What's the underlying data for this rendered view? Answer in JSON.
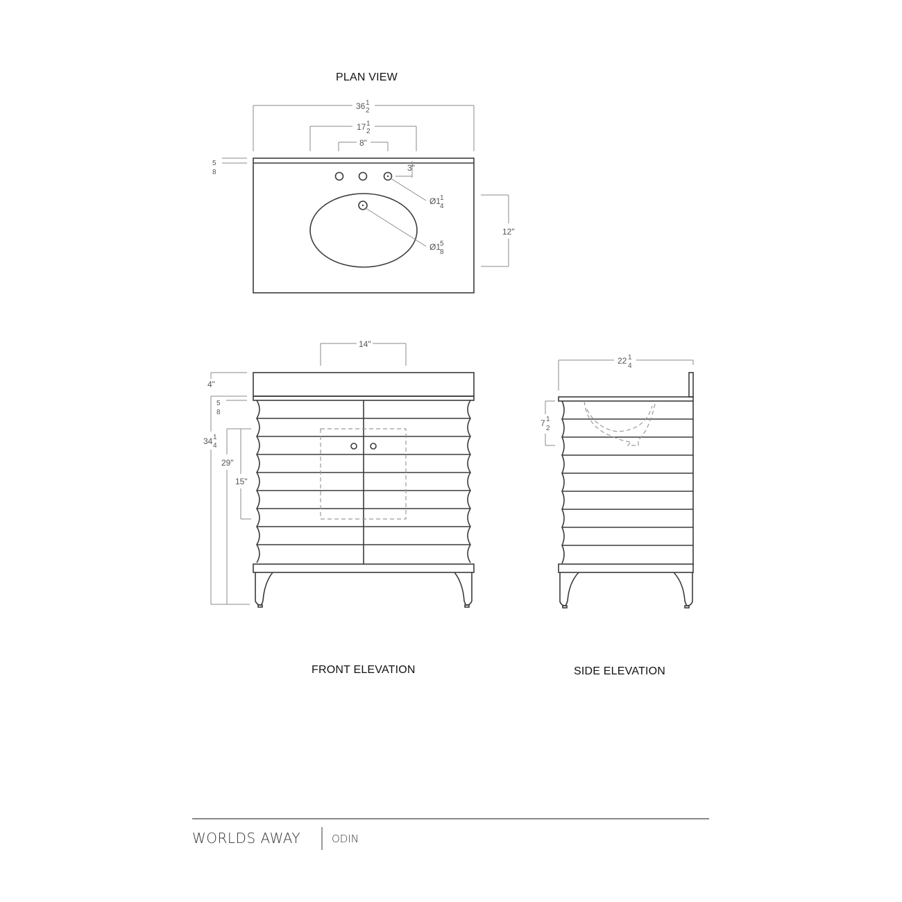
{
  "views": {
    "plan": {
      "title": "PLAN VIEW"
    },
    "front": {
      "title": "FRONT ELEVATION"
    },
    "side": {
      "title": "SIDE ELEVATION"
    }
  },
  "dimensions": {
    "plan": {
      "overall_width": "36½\"",
      "overall_width_whole": "36",
      "overall_width_frac": [
        "1",
        "2"
      ],
      "spread_outer": "17½\"",
      "spread_outer_whole": "17",
      "spread_outer_frac": [
        "1",
        "2"
      ],
      "spread_inner": "8\"",
      "top_thickness": "⅝\"",
      "top_thickness_frac": [
        "5",
        "8"
      ],
      "faucet_setback": "3\"",
      "faucet_hole_dia": "Ø1¼\"",
      "faucet_hole_whole": "Ø1",
      "faucet_hole_frac": [
        "1",
        "4"
      ],
      "drain_dia": "Ø1⅝\"",
      "drain_whole": "Ø1",
      "drain_frac": [
        "5",
        "8"
      ],
      "bowl_depth": "12\""
    },
    "front": {
      "backsplash_spacing": "14\"",
      "backsplash_height": "4\"",
      "top_thickness_frac": [
        "5",
        "8"
      ],
      "overall_height": "34¼\"",
      "overall_height_whole": "34",
      "overall_height_frac": [
        "1",
        "4"
      ],
      "cabinet_height": "29\"",
      "sink_cutout_height": "15\""
    },
    "side": {
      "overall_depth": "22¼\"",
      "overall_depth_whole": "22",
      "overall_depth_frac": [
        "1",
        "4"
      ],
      "bowl_depth": "7½\"",
      "bowl_depth_whole": "7",
      "bowl_depth_frac": [
        "1",
        "2"
      ]
    }
  },
  "footer": {
    "brand": "WORLDS AWAY",
    "product": "ODIN"
  },
  "colors": {
    "line": "#3a3a3a",
    "dim_line": "#8a8a8a",
    "dash": "#9a9a9a"
  }
}
